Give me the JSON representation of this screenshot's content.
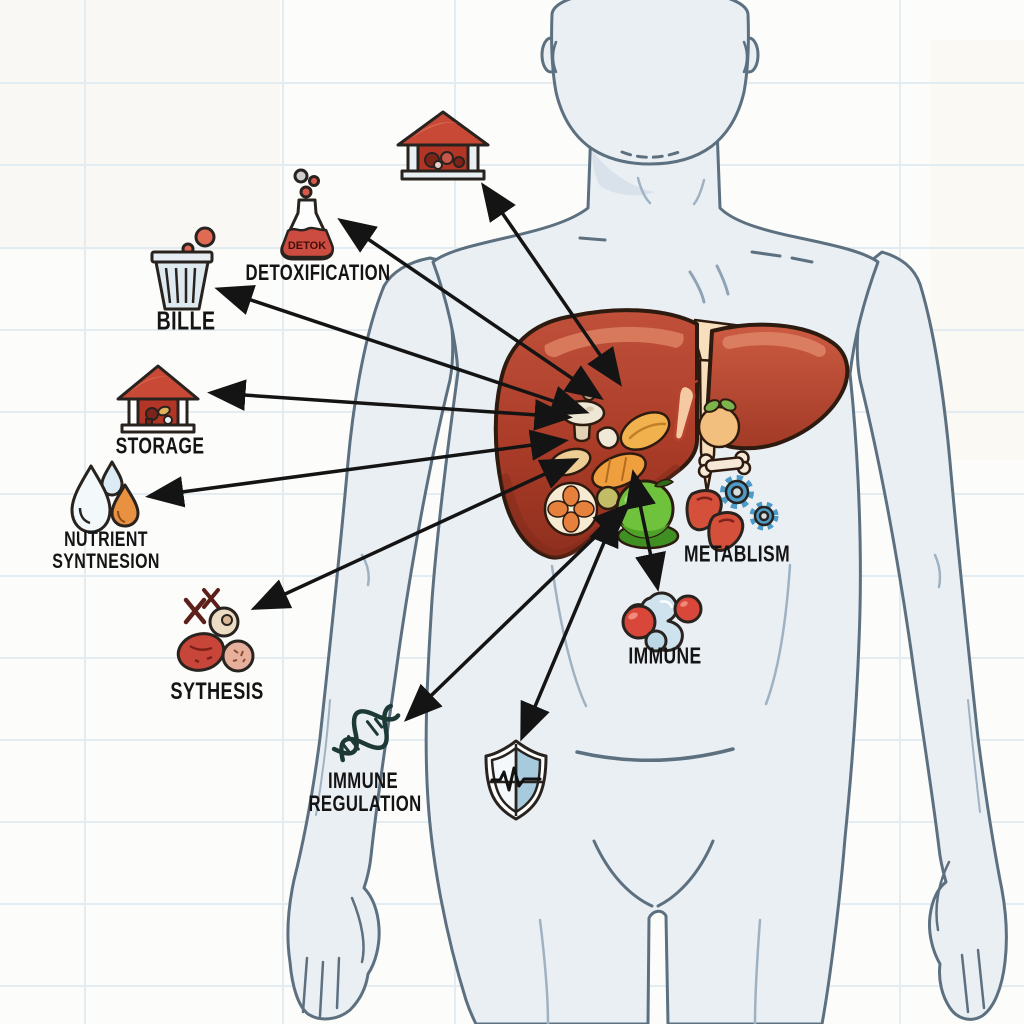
{
  "diagram": {
    "subject": "Liver functions illustration over human body silhouette",
    "flask": {
      "text": "DETOK"
    },
    "labels": {
      "detoxification": "DETOXIFICATION",
      "bile": "BILLE",
      "storage": "STORAGE",
      "nutrient_synthesis": {
        "line1": "NUTRIENT",
        "line2": "SYNTNESION"
      },
      "synthesis": "SYTHESIS",
      "immune_regulation": {
        "line1": "IMMUNE",
        "line2": "REGULATION"
      },
      "metabolism": "METABLISM",
      "immune": "IMMUNE"
    },
    "icons": [
      "storage-house-icon",
      "detox-flask-icon",
      "bile-trash-bin-icon",
      "storage-house-2-icon",
      "nutrient-drops-icon",
      "synthesis-cells-icon",
      "dna-helix-icon",
      "health-shield-icon",
      "immune-molecule-icon",
      "metabolism-liver-gears-icon",
      "liver-organ",
      "green-ball-icon"
    ],
    "colors": {
      "liver": "#b5432e",
      "liver_dark": "#93301f",
      "liver_highlight": "#d97b5f",
      "ligament": "#f7debc",
      "body_fill": "#eaeff4",
      "body_outline": "#5c7080",
      "accent_red": "#c74936",
      "accent_blue": "#4d9cc7",
      "green": "#6fc23c",
      "orange": "#e89140",
      "arrow": "#141414",
      "grid": "#e3ecf1",
      "text": "#141414"
    }
  }
}
